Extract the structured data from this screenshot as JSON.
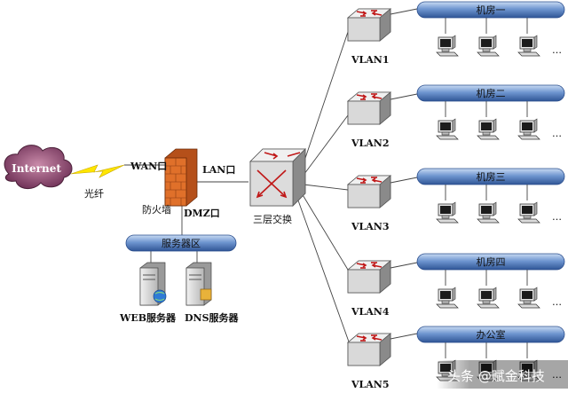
{
  "internet": {
    "label": "Internet"
  },
  "fiber": {
    "label": "光纤"
  },
  "firewall": {
    "label": "防火墙",
    "wan": "WAN口",
    "lan": "LAN口",
    "dmz": "DMZ口"
  },
  "core_switch": {
    "label": "三层交换"
  },
  "server_zone": {
    "label": "服务器区",
    "web": "WEB服务器",
    "dns": "DNS服务器"
  },
  "vlans": [
    {
      "vlan": "VLAN1",
      "room": "机房一",
      "more": "…"
    },
    {
      "vlan": "VLAN2",
      "room": "机房二",
      "more": "…"
    },
    {
      "vlan": "VLAN3",
      "room": "机房三",
      "more": "…"
    },
    {
      "vlan": "VLAN4",
      "room": "机房四",
      "more": "…"
    },
    {
      "vlan": "VLAN5",
      "room": "办公室",
      "more": "…"
    }
  ],
  "watermark": {
    "text": "头条 @赋金科技"
  },
  "colors": {
    "bus": "#5d86c6",
    "bus_dark": "#2a4d8c",
    "switch_face": "#e6e6e6",
    "arrow": "#c01818",
    "firewall": "#e0702a",
    "cloud": "#9c4d78"
  }
}
